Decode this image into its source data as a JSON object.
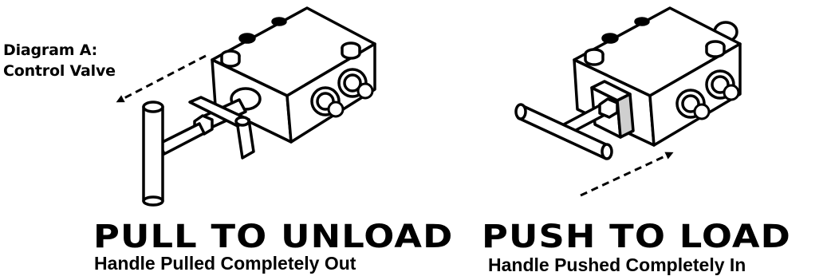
{
  "diagram": {
    "label_line1": "Diagram A:",
    "label_line2": "Control Valve"
  },
  "left_panel": {
    "heading": "PULL TO UNLOAD",
    "subheading": "Handle Pulled Completely Out",
    "handle_state": "pulled-out",
    "arrow_direction": "outward"
  },
  "right_panel": {
    "heading": "PUSH TO LOAD",
    "subheading": "Handle Pushed Completely In",
    "handle_state": "pushed-in",
    "arrow_direction": "inward"
  },
  "colors": {
    "ink": "#000000",
    "paper": "#ffffff",
    "shade": "#cfcfcf"
  }
}
